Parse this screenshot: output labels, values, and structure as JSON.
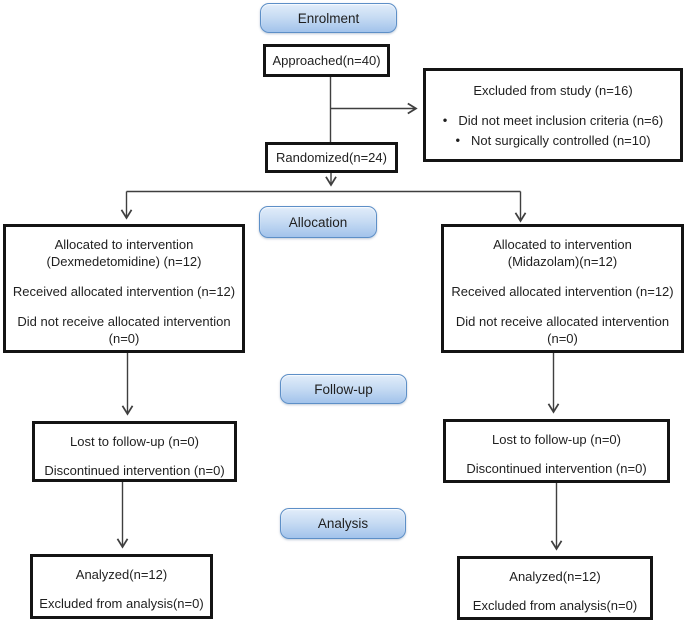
{
  "diagram": {
    "stages": {
      "enrolment": "Enrolment",
      "allocation": "Allocation",
      "followup": "Follow-up",
      "analysis": "Analysis"
    },
    "boxes": {
      "approached": {
        "text": "Approached(n=40)"
      },
      "excluded": {
        "title": "Excluded from study (n=16)",
        "bullets": [
          "Did not meet inclusion criteria (n=6)",
          "Not surgically controlled (n=10)"
        ]
      },
      "randomized": {
        "text": "Randomized(n=24)"
      },
      "alloc_left": {
        "line1": "Allocated to intervention",
        "line2": "(Dexmedetomidine) (n=12)",
        "line3": "Received allocated intervention (n=12)",
        "line4": "Did not receive allocated intervention",
        "line5": "(n=0)"
      },
      "alloc_right": {
        "line1": "Allocated to intervention",
        "line2": "(Midazolam)(n=12)",
        "line3": "Received allocated intervention (n=12)",
        "line4": "Did not receive allocated intervention",
        "line5": "(n=0)"
      },
      "followup_left": {
        "line1": "Lost to follow-up (n=0)",
        "line2": "Discontinued intervention (n=0)"
      },
      "followup_right": {
        "line1": "Lost to follow-up (n=0)",
        "line2": "Discontinued intervention (n=0)"
      },
      "analysis_left": {
        "line1": "Analyzed(n=12)",
        "line2": "Excluded from analysis(n=0)"
      },
      "analysis_right": {
        "line1": "Analyzed(n=12)",
        "line2": "Excluded from analysis(n=0)"
      }
    },
    "icons": {
      "bullet": "•"
    },
    "colors": {
      "stage_fill_top": "#e2edfa",
      "stage_fill_mid": "#c6dbf3",
      "stage_fill_bottom": "#a2c3eb",
      "stage_border": "#5d8fc7",
      "box_border": "#141414",
      "connector": "#3f3f3f",
      "text": "#1f1f1f"
    }
  }
}
